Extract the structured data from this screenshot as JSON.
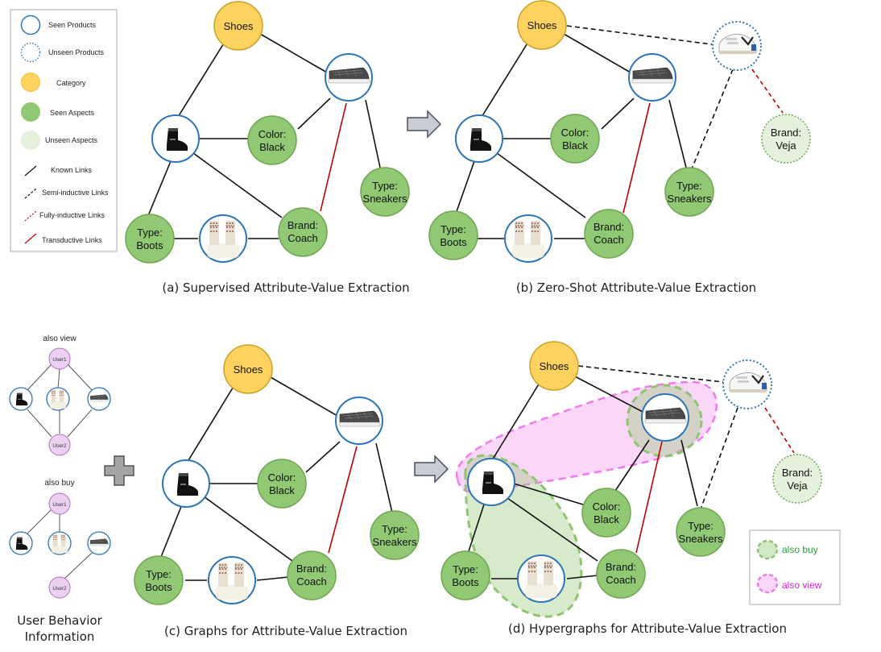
{
  "colors": {
    "category": "#FDD25F",
    "category_stroke": "#C9A227",
    "seen_aspect": "#90C873",
    "seen_aspect_stroke": "#6EA652",
    "unseen_aspect": "#E4F1DC",
    "unseen_aspect_stroke": "#6EA652",
    "product_stroke": "#2E75B6",
    "transductive": "#C00000",
    "user": "#EBD0F2",
    "user_stroke": "#B070C0",
    "also_buy": "#9BCB7E",
    "also_view": "#F4A6F2"
  },
  "legend": {
    "seen_products": "Seen Products",
    "unseen_products": "Unseen Products",
    "category": "Category",
    "seen_aspects": "Seen Aspects",
    "unseen_aspects": "Unseen Aspects",
    "known_links": "Known Links",
    "semi_inductive_links": "Semi-inductive Links",
    "fully_inductive_links": "Fully-inductive Links",
    "transductive_links": "Transductive Links"
  },
  "captions": {
    "a": "(a) Supervised Attribute-Value Extraction",
    "b": "(b) Zero-Shot Attribute-Value Extraction",
    "c": "(c) Graphs for Attribute-Value Extraction",
    "d": "(d) Hypergraphs for Attribute-Value Extraction",
    "user_behavior_1": "User Behavior",
    "user_behavior_2": "Information"
  },
  "nodes": {
    "shoes": "Shoes",
    "color_1": "Color:",
    "color_2": "Black",
    "type_sneakers_1": "Type:",
    "type_sneakers_2": "Sneakers",
    "type_boots_1": "Type:",
    "type_boots_2": "Boots",
    "brand_coach_1": "Brand:",
    "brand_coach_2": "Coach",
    "brand_veja_1": "Brand:",
    "brand_veja_2": "Veja"
  },
  "user_behavior": {
    "also_view": "also view",
    "also_buy": "also buy",
    "user1": "User1",
    "user2": "User2"
  },
  "hyper_legend": {
    "also_buy": "also buy",
    "also_view": "also view"
  }
}
